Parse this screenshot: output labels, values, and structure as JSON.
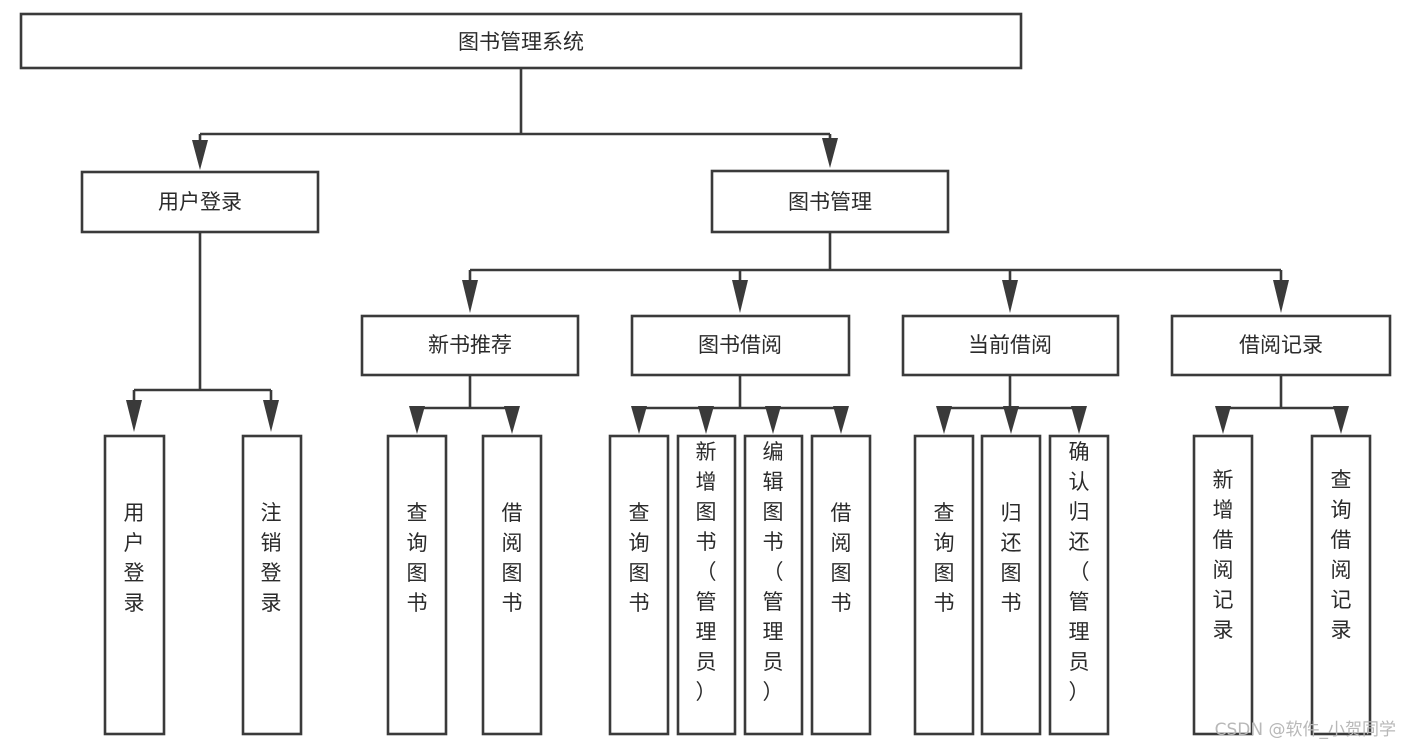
{
  "diagram": {
    "type": "tree",
    "title": "图书管理系统",
    "root": {
      "id": "root",
      "label": "图书管理系统"
    },
    "level1": [
      {
        "id": "user-login",
        "label": "用户登录"
      },
      {
        "id": "book-manage",
        "label": "图书管理"
      }
    ],
    "level2": [
      {
        "id": "new-book-rec",
        "label": "新书推荐",
        "parent": "book-manage"
      },
      {
        "id": "book-borrow",
        "label": "图书借阅",
        "parent": "book-manage"
      },
      {
        "id": "current-borrow",
        "label": "当前借阅",
        "parent": "book-manage"
      },
      {
        "id": "borrow-record",
        "label": "借阅记录",
        "parent": "book-manage"
      }
    ],
    "leaves": {
      "user-login": [
        {
          "id": "leaf-user-login",
          "label": "用户登录"
        },
        {
          "id": "leaf-logout",
          "label": "注销登录"
        }
      ],
      "new-book-rec": [
        {
          "id": "leaf-query-book-1",
          "label": "查询图书"
        },
        {
          "id": "leaf-borrow-book-1",
          "label": "借阅图书"
        }
      ],
      "book-borrow": [
        {
          "id": "leaf-query-book-2",
          "label": "查询图书"
        },
        {
          "id": "leaf-add-book",
          "label": "新增图书（管理员）"
        },
        {
          "id": "leaf-edit-book",
          "label": "编辑图书（管理员）"
        },
        {
          "id": "leaf-borrow-book-2",
          "label": "借阅图书"
        }
      ],
      "current-borrow": [
        {
          "id": "leaf-query-book-3",
          "label": "查询图书"
        },
        {
          "id": "leaf-return-book",
          "label": "归还图书"
        },
        {
          "id": "leaf-confirm-return",
          "label": "确认归还（管理员）"
        }
      ],
      "borrow-record": [
        {
          "id": "leaf-add-record",
          "label": "新增借阅记录"
        },
        {
          "id": "leaf-query-record",
          "label": "查询借阅记录"
        }
      ]
    }
  },
  "watermark": {
    "text": "CSDN @软件_小贺同学"
  },
  "colors": {
    "stroke": "#3a3a3a",
    "text": "#2b2b2b",
    "background": "#ffffff",
    "watermark": "#b8b8b8"
  }
}
